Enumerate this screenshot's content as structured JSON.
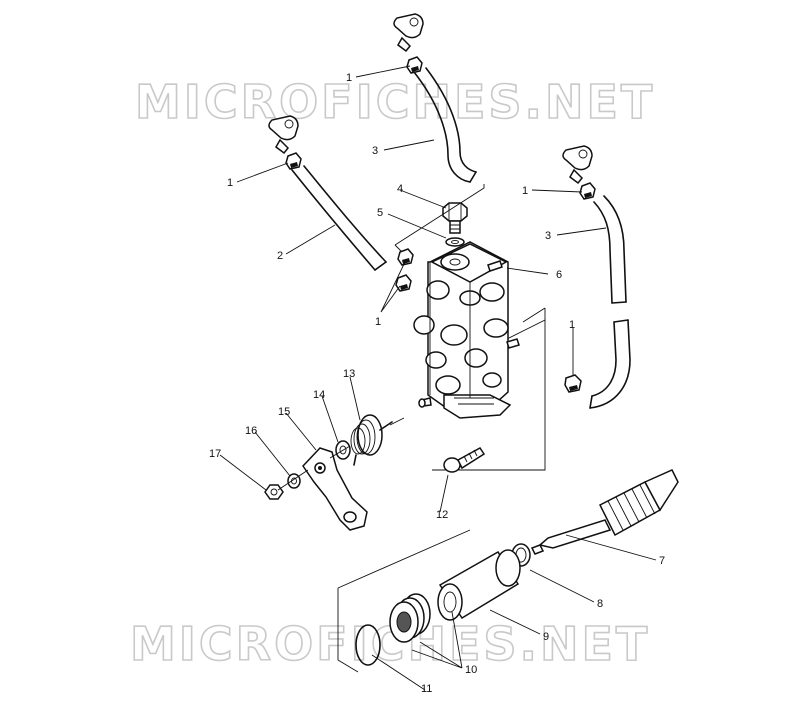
{
  "watermark": {
    "text_top": "MICROFICHES.NET",
    "text_bottom": "MICROFICHES.NET"
  },
  "callouts": [
    {
      "id": "c1a",
      "label": "1"
    },
    {
      "id": "c1b",
      "label": "1"
    },
    {
      "id": "c1c",
      "label": "1"
    },
    {
      "id": "c1d",
      "label": "1"
    },
    {
      "id": "c1e",
      "label": "1"
    },
    {
      "id": "c2",
      "label": "2"
    },
    {
      "id": "c3a",
      "label": "3"
    },
    {
      "id": "c3b",
      "label": "3"
    },
    {
      "id": "c4",
      "label": "4"
    },
    {
      "id": "c5",
      "label": "5"
    },
    {
      "id": "c6",
      "label": "6"
    },
    {
      "id": "c7",
      "label": "7"
    },
    {
      "id": "c8",
      "label": "8"
    },
    {
      "id": "c9",
      "label": "9"
    },
    {
      "id": "c10",
      "label": "10"
    },
    {
      "id": "c11",
      "label": "11"
    },
    {
      "id": "c12",
      "label": "12"
    },
    {
      "id": "c13",
      "label": "13"
    },
    {
      "id": "c14",
      "label": "14"
    },
    {
      "id": "c15",
      "label": "15"
    },
    {
      "id": "c16",
      "label": "16"
    },
    {
      "id": "c17",
      "label": "17"
    }
  ]
}
